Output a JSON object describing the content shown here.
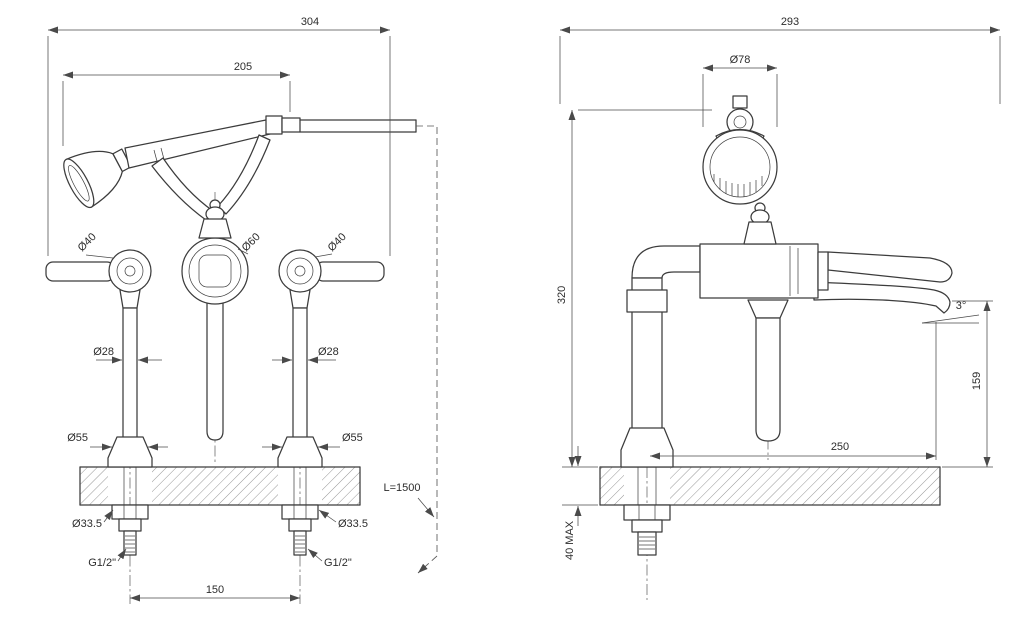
{
  "colors": {
    "ink": "#3c3c3c",
    "background": "#ffffff"
  },
  "drawing": {
    "front": {
      "overall_width": "304",
      "handset_span": "205",
      "left_handle_dia": "Ø40",
      "body_dia": "Ø60",
      "right_handle_dia": "Ø40",
      "left_riser_dia": "Ø28",
      "right_riser_dia": "Ø28",
      "left_flange_dia": "Ø55",
      "right_flange_dia": "Ø55",
      "left_tail_dia": "Ø33.5",
      "right_tail_dia": "Ø33.5",
      "left_thread": "G1/2\"",
      "right_thread": "G1/2\"",
      "hole_centers": "150",
      "hose_length": "L=1500"
    },
    "side": {
      "overall_depth": "293",
      "head_dia": "Ø78",
      "overall_height": "320",
      "spout_angle": "3°",
      "spout_height": "159",
      "spout_reach": "250",
      "deck_thickness": "40 MAX"
    }
  }
}
